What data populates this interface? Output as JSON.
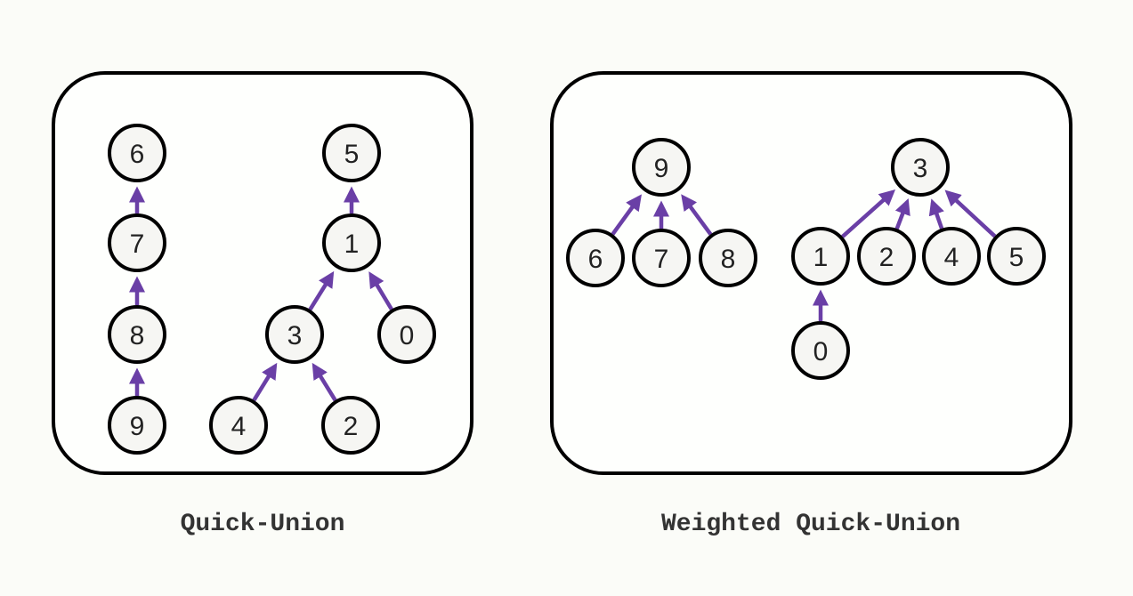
{
  "colors": {
    "edge": "#6a3fa6",
    "node_fill": "#f6f6f3",
    "outline": "#000000",
    "text": "#222222",
    "background": "#fbfcf8"
  },
  "panels": [
    {
      "caption": "Quick-Union",
      "nodes": [
        "6",
        "7",
        "8",
        "9",
        "5",
        "1",
        "3",
        "0",
        "4",
        "2"
      ],
      "parent_links": [
        [
          "7",
          "6"
        ],
        [
          "8",
          "7"
        ],
        [
          "9",
          "8"
        ],
        [
          "1",
          "5"
        ],
        [
          "3",
          "1"
        ],
        [
          "0",
          "1"
        ],
        [
          "4",
          "3"
        ],
        [
          "2",
          "3"
        ]
      ]
    },
    {
      "caption": "Weighted Quick-Union",
      "nodes": [
        "9",
        "6",
        "7",
        "8",
        "3",
        "1",
        "2",
        "4",
        "5",
        "0"
      ],
      "parent_links": [
        [
          "6",
          "9"
        ],
        [
          "7",
          "9"
        ],
        [
          "8",
          "9"
        ],
        [
          "1",
          "3"
        ],
        [
          "2",
          "3"
        ],
        [
          "4",
          "3"
        ],
        [
          "5",
          "3"
        ],
        [
          "0",
          "1"
        ]
      ]
    }
  ]
}
